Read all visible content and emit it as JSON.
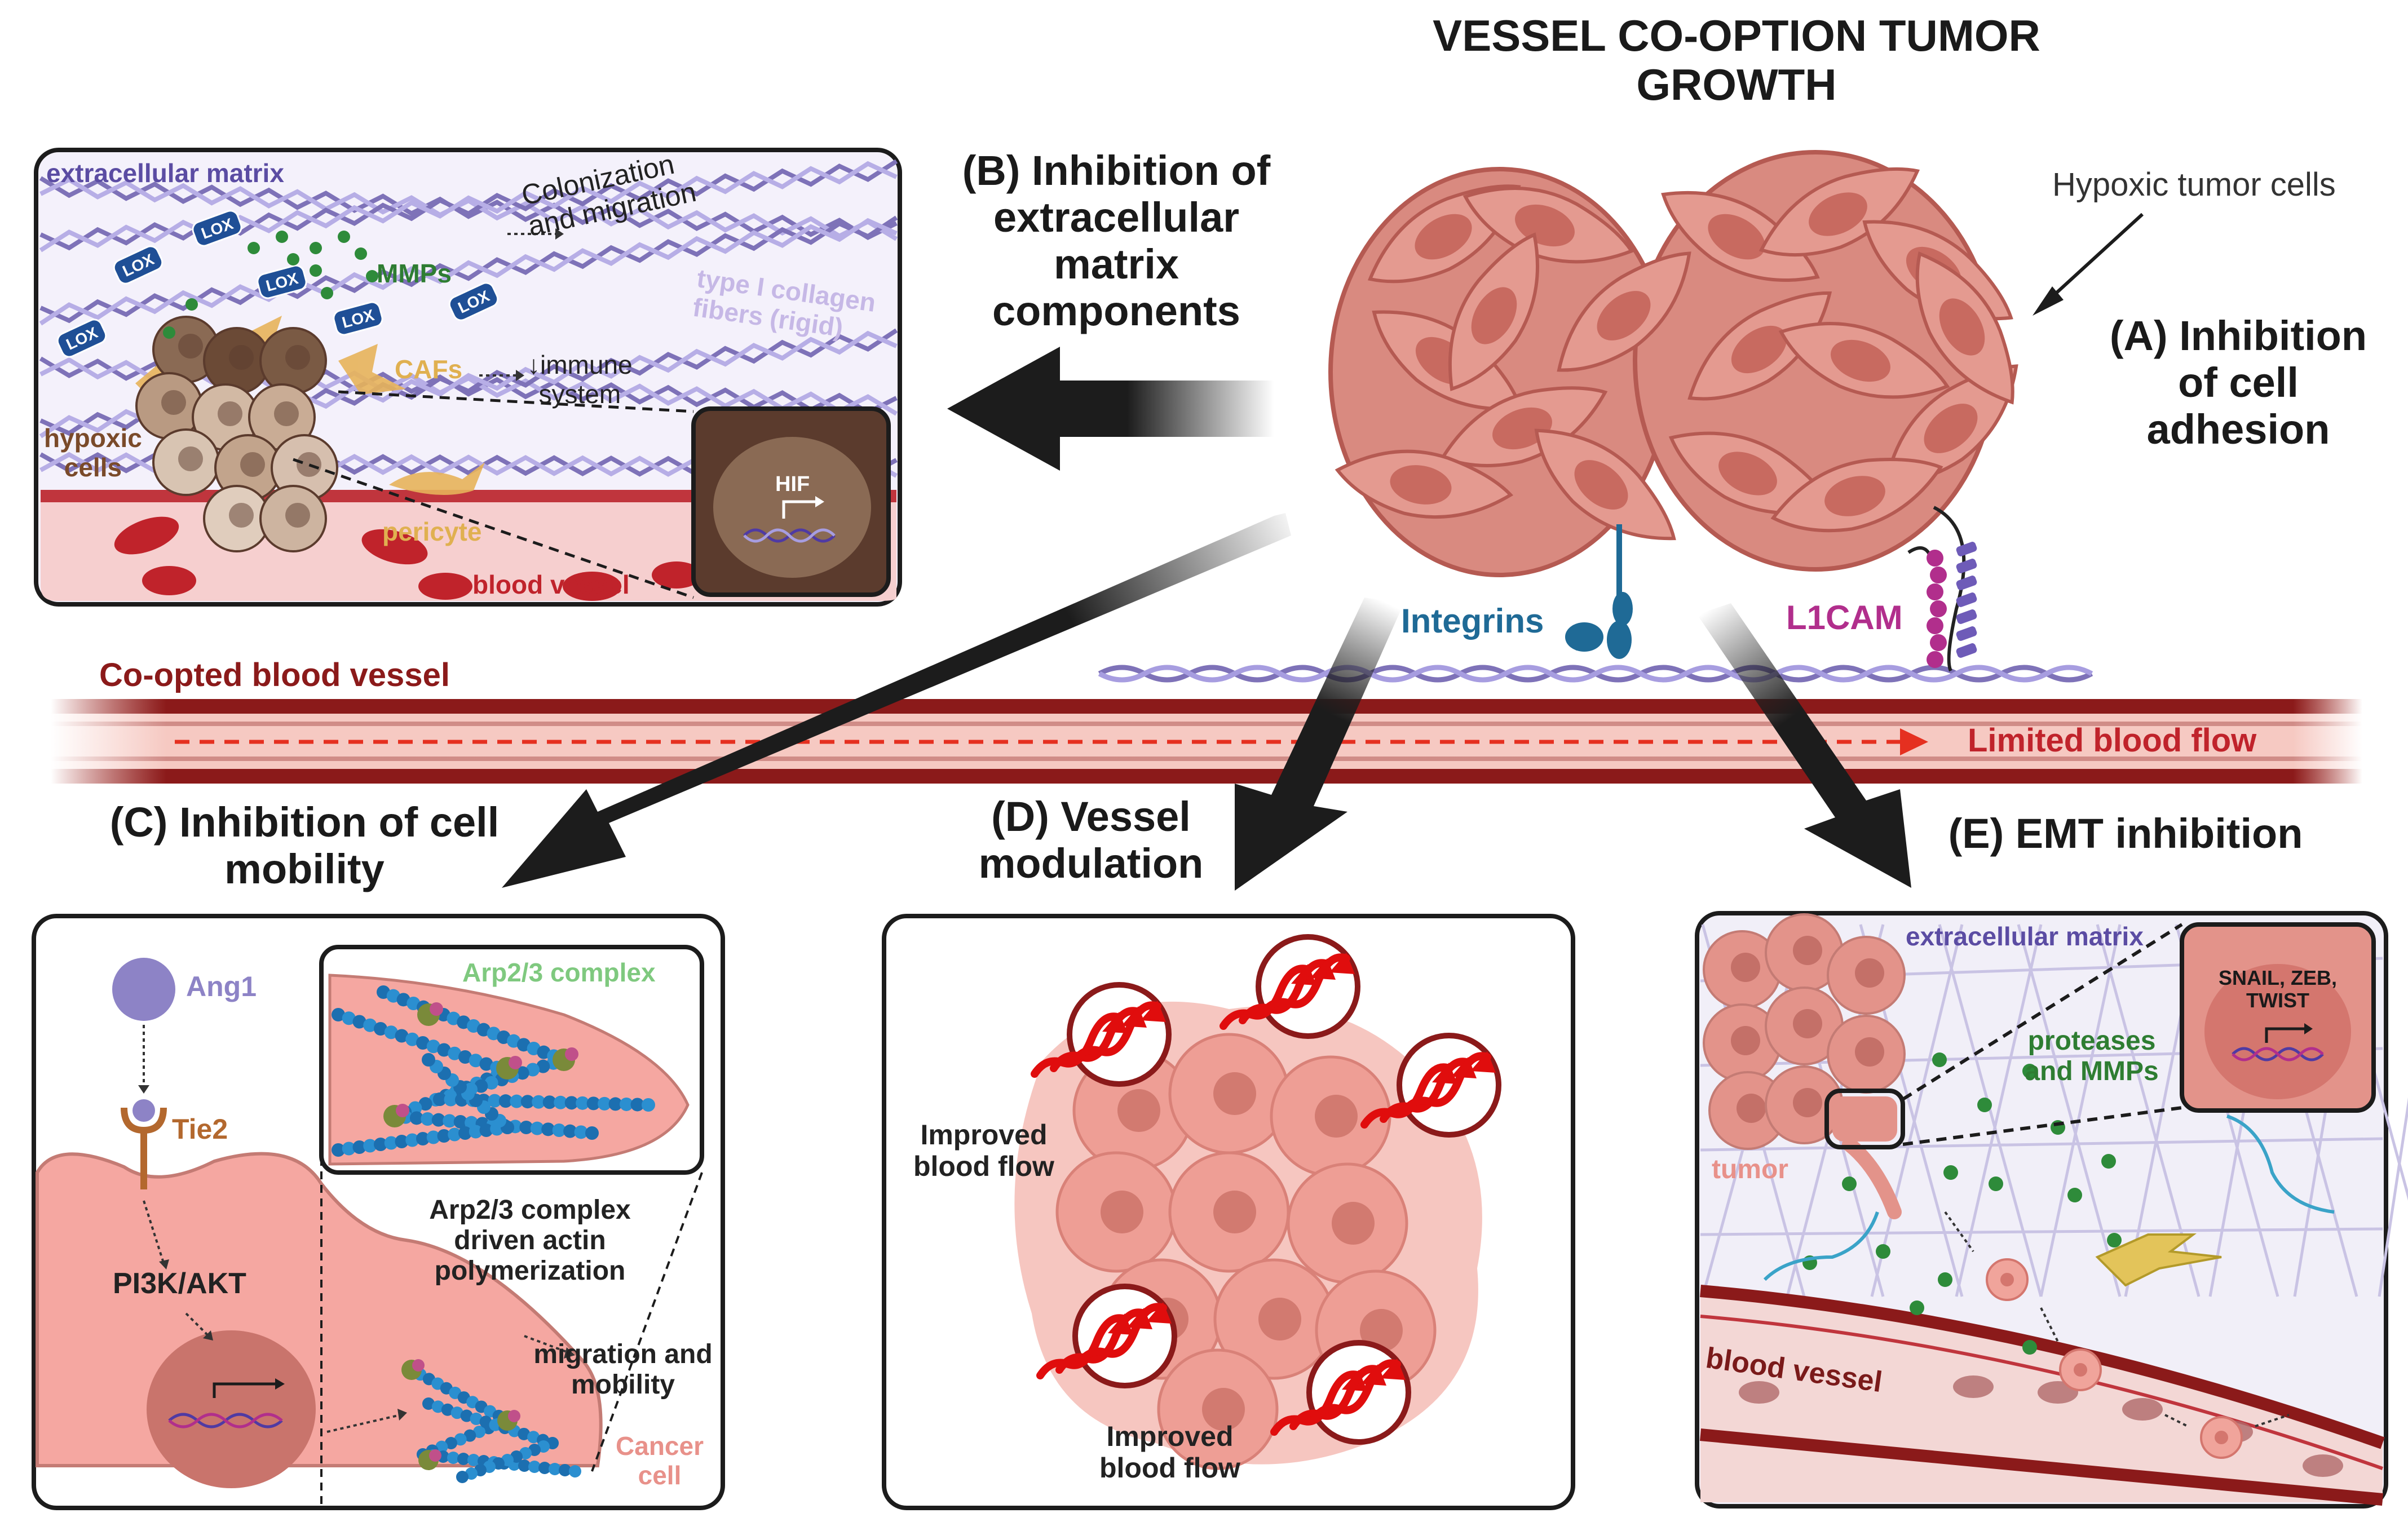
{
  "title": "VESSEL CO-OPTION TUMOR\nGROWTH",
  "colors": {
    "vessel": "#8b1a1a",
    "tumor": "#e3938a",
    "tumor_dark": "#b55a52",
    "collagen": "#8a7fc0",
    "arrow": "#1c1c1c",
    "integrin": "#1f6a96",
    "l1cam": "#b12e8c",
    "mmp_dot": "#2e8b3a",
    "flow_arrow": "#e53020"
  },
  "central": {
    "hypoxic_label": "Hypoxic tumor cells",
    "integrins_label": "Integrins",
    "l1cam_label": "L1CAM",
    "a_heading": "(A) Inhibition\nof cell\nadhesion",
    "b_heading": "(B) Inhibition of\nextracellular\nmatrix\ncomponents"
  },
  "vessel": {
    "label": "Co-opted blood vessel",
    "flow_label": "Limited blood flow"
  },
  "panel_b": {
    "ecm": "extracellular matrix",
    "lox": "LOX",
    "mmps": "MMPs",
    "colonization": "Colonization\nand migration",
    "collagen": "type I collagen\nfibers (rigid)",
    "cafs": "CAFs",
    "immune": "↓immune\nsystem",
    "hypoxic": "hypoxic\ncells",
    "pericyte": "pericyte",
    "blood_vessel": "blood vessel",
    "hif": "HIF"
  },
  "panel_c": {
    "heading": "(C) Inhibition of cell\nmobility",
    "ang1": "Ang1",
    "tie2": "Tie2",
    "pi3k": "PI3K/AKT",
    "arp_inset": "Arp2/3 complex",
    "arp_text": "Arp2/3 complex\ndriven actin\npolymerization",
    "migration": "migration and\nmobility",
    "cancer_cell": "Cancer\ncell"
  },
  "panel_d": {
    "heading": "(D) Vessel\nmodulation",
    "flow1": "Improved\nblood flow",
    "flow2": "Improved\nblood flow"
  },
  "panel_e": {
    "heading": "(E) EMT inhibition",
    "ecm": "extracellular matrix",
    "tf": "SNAIL, ZEB,\nTWIST",
    "proteases": "proteases\nand MMPs",
    "tumor": "tumor",
    "blood_vessel": "blood vessel"
  }
}
